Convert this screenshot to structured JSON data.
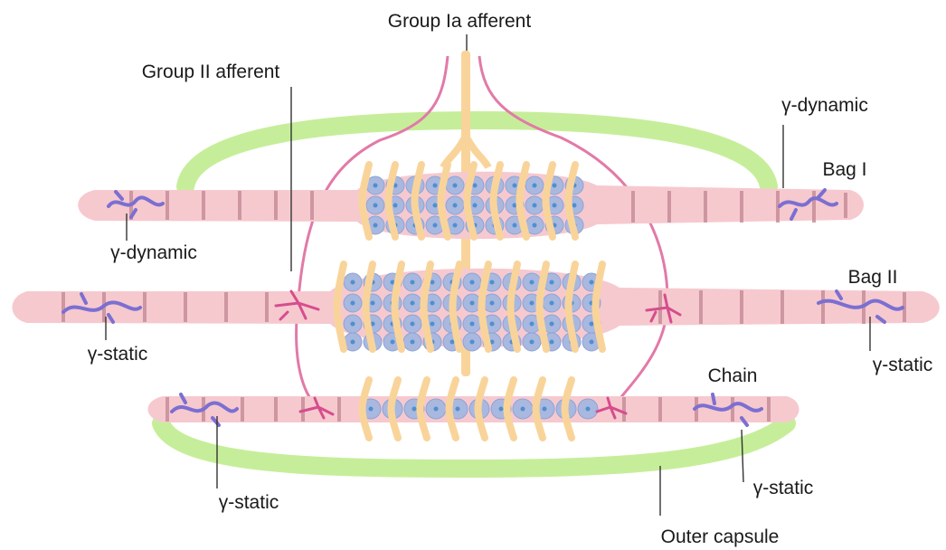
{
  "labels": {
    "group_ia_afferent": "Group Ia afferent",
    "group_ii_afferent": "Group II afferent",
    "gamma_dynamic_top_right": "γ-dynamic",
    "bag_i": "Bag I",
    "gamma_dynamic_left": "γ-dynamic",
    "bag_ii": "Bag II",
    "gamma_static_left": "γ-static",
    "gamma_static_right": "γ-static",
    "chain": "Chain",
    "gamma_static_bottom_left": "γ-static",
    "gamma_static_bottom_right": "γ-static",
    "outer_capsule": "Outer capsule"
  },
  "colors": {
    "fiber_pink": "#f6c9cf",
    "stripe": "#c48a95",
    "capsule_green": "#c6ee9a",
    "ia_afferent_orange": "#f9d49a",
    "group_ii_magenta": "#e27aa8",
    "gamma_motor_blue": "#7b6fd1",
    "nuclei_blue": "#a8b8df",
    "nucleus_dot": "#4f8fd0"
  }
}
